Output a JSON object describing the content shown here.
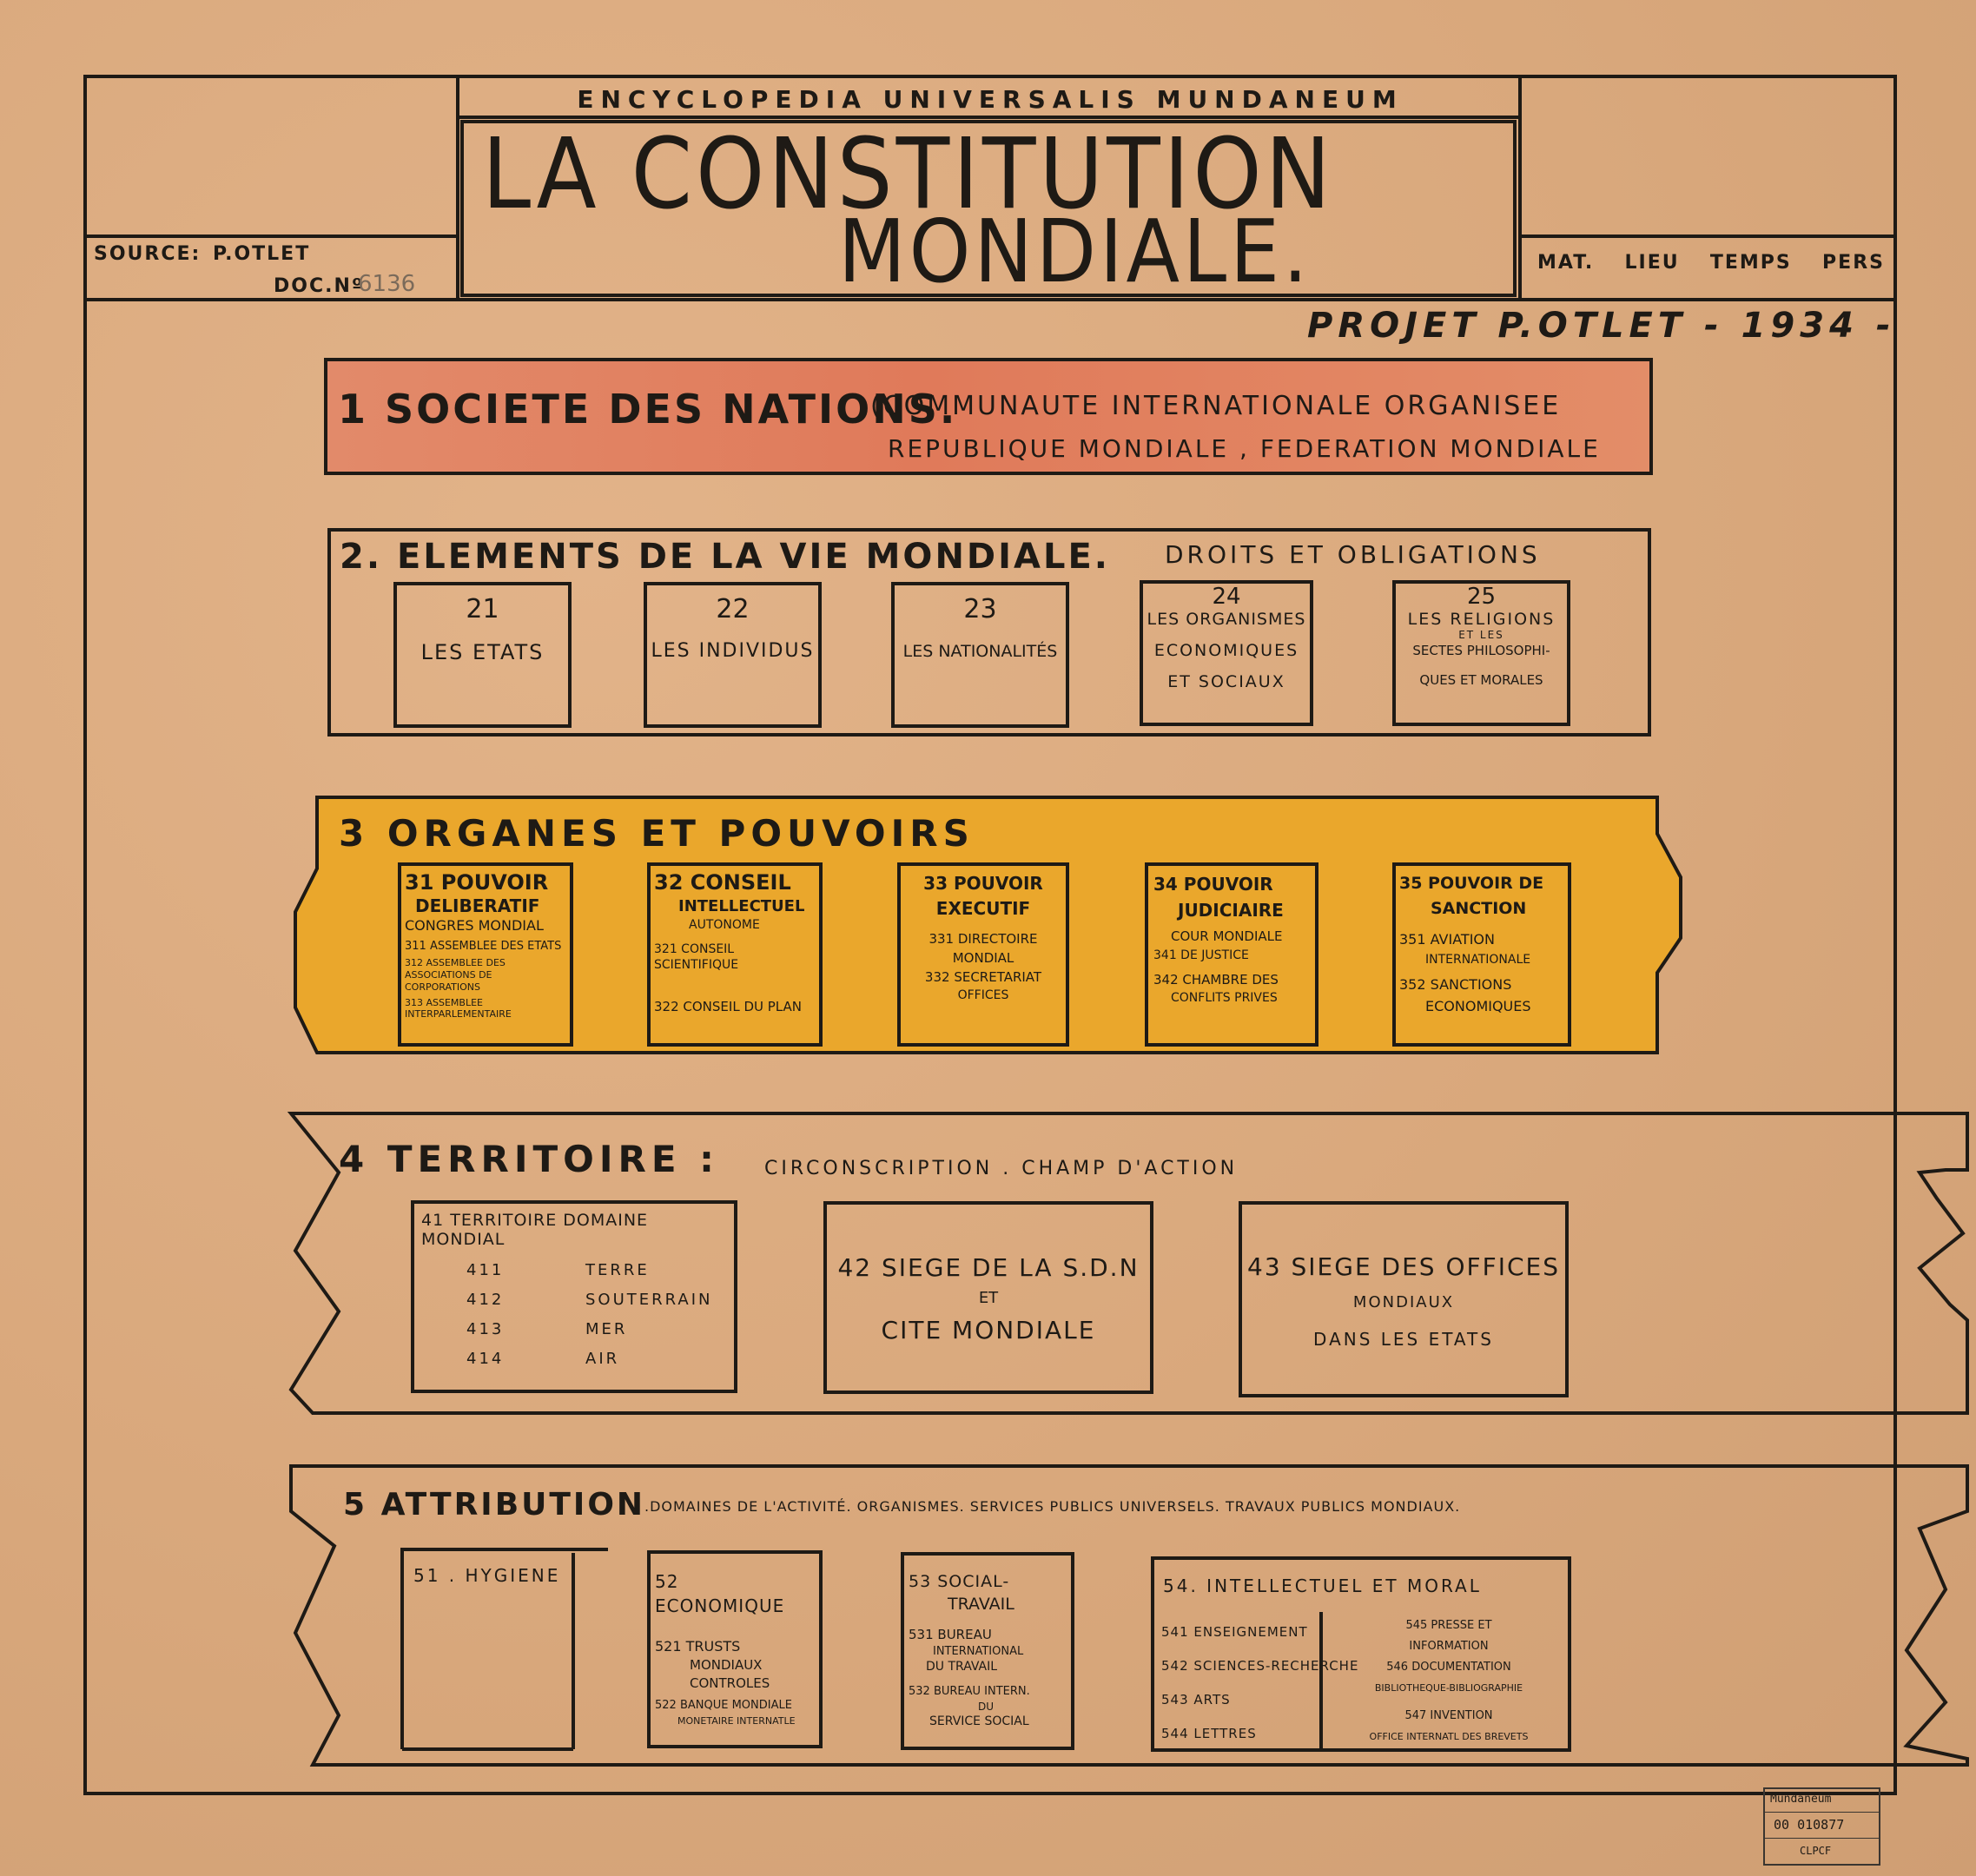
{
  "header": {
    "encyclopedia": "ENCYCLOPEDIA UNIVERSALIS MUNDANEUM",
    "title_line1": "LA CONSTITUTION",
    "title_line2": "MONDIALE.",
    "source_label": "SOURCE:",
    "source_value": "P.OTLET",
    "doc_label": "DOC.Nº",
    "doc_value": "6136",
    "categories": [
      "MAT.",
      "LIEU",
      "TEMPS",
      "PERS"
    ],
    "project": "PROJET P.OTLET - 1934 -"
  },
  "section1": {
    "title": "1 SOCIETE DES NATIONS.",
    "line1": "(COMMUNAUTE INTERNATIONALE ORGANISEE",
    "line2": "REPUBLIQUE MONDIALE , FEDERATION MONDIALE",
    "color": "#e07a5a"
  },
  "section2": {
    "title": "2. ELEMENTS DE LA VIE MONDIALE.",
    "subtitle": "DROITS ET OBLIGATIONS",
    "boxes": [
      {
        "num": "21",
        "l1": "LES ETATS",
        "l2": "",
        "l3": "",
        "l4": ""
      },
      {
        "num": "22",
        "l1": "LES INDIVIDUS",
        "l2": "",
        "l3": "",
        "l4": ""
      },
      {
        "num": "23",
        "l1": "LES NATIONALITÉS",
        "l2": "",
        "l3": "",
        "l4": ""
      },
      {
        "num": "24",
        "l1": "LES ORGANISMES",
        "l2": "ECONOMIQUES",
        "l3": "ET SOCIAUX",
        "l4": ""
      },
      {
        "num": "25",
        "l1": "LES RELIGIONS",
        "l2": "ET LES",
        "l3": "SECTES PHILOSOPHI-",
        "l4": "QUES ET MORALES"
      }
    ]
  },
  "section3": {
    "title": "3 ORGANES ET POUVOIRS",
    "color": "#eaa72c",
    "boxes": [
      {
        "lines": [
          "31 POUVOIR",
          "DELIBERATIF",
          "CONGRES MONDIAL",
          "311 ASSEMBLEE DES ETATS",
          "312 ASSEMBLEE DES ASSOCIATIONS DE CORPORATIONS",
          "313 ASSEMBLEE INTERPARLEMENTAIRE"
        ]
      },
      {
        "lines": [
          "32 CONSEIL",
          "INTELLECTUEL",
          "AUTONOME",
          "321 CONSEIL SCIENTIFIQUE",
          "322 CONSEIL DU PLAN",
          ""
        ]
      },
      {
        "lines": [
          "33 POUVOIR",
          "EXECUTIF",
          "331 DIRECTOIRE",
          "MONDIAL",
          "332 SECRETARIAT",
          "OFFICES"
        ]
      },
      {
        "lines": [
          "34 POUVOIR",
          "JUDICIAIRE",
          "COUR MONDIALE",
          "341 DE JUSTICE",
          "342 CHAMBRE DES",
          "CONFLITS PRIVES"
        ]
      },
      {
        "lines": [
          "35 POUVOIR DE",
          "SANCTION",
          "351 AVIATION",
          "INTERNATIONALE",
          "352 SANCTIONS",
          "ECONOMIQUES"
        ]
      }
    ]
  },
  "section4": {
    "title": "4 TERRITOIRE :",
    "subtitle": "CIRCONSCRIPTION . CHAMP D'ACTION",
    "box41": {
      "title": "41 TERRITOIRE DOMAINE MONDIAL",
      "items": [
        {
          "num": "411",
          "label": "TERRE"
        },
        {
          "num": "412",
          "label": "SOUTERRAIN"
        },
        {
          "num": "413",
          "label": "MER"
        },
        {
          "num": "414",
          "label": "AIR"
        }
      ]
    },
    "box42": {
      "l1": "42 SIEGE DE LA S.D.N",
      "l2": "ET",
      "l3": "CITE MONDIALE"
    },
    "box43": {
      "l1": "43 SIEGE DES OFFICES",
      "l2": "MONDIAUX",
      "l3": "DANS LES ETATS"
    }
  },
  "section5": {
    "title": "5 ATTRIBUTION",
    "subtitle": ".DOMAINES DE L'ACTIVITÉ. ORGANISMES. SERVICES PUBLICS UNIVERSELS. TRAVAUX PUBLICS MONDIAUX.",
    "box51": "51 . HYGIENE",
    "box52": [
      "52 ECONOMIQUE",
      "521 TRUSTS",
      "MONDIAUX",
      "CONTROLES",
      "522 BANQUE MONDIALE",
      "MONETAIRE INTERNATLE"
    ],
    "box53": [
      "53 SOCIAL-",
      "TRAVAIL",
      "531 BUREAU",
      "INTERNATIONAL",
      "DU TRAVAIL",
      "532 BUREAU INTERN.",
      "DU",
      "SERVICE SOCIAL"
    ],
    "box54": {
      "title": "54. INTELLECTUEL ET MORAL",
      "left": [
        "541 ENSEIGNEMENT",
        "542 SCIENCES-RECHERCHE",
        "543 ARTS",
        "544 LETTRES"
      ],
      "right": [
        "545 PRESSE ET",
        "INFORMATION",
        "546 DOCUMENTATION",
        "BIBLIOTHEQUE-BIBLIOGRAPHIE",
        "547 INVENTION",
        "OFFICE INTERNATL DES BREVETS"
      ]
    }
  },
  "stamp": {
    "line1": "Mundaneum",
    "line2": "00 010877",
    "line3": "CLPCF"
  }
}
